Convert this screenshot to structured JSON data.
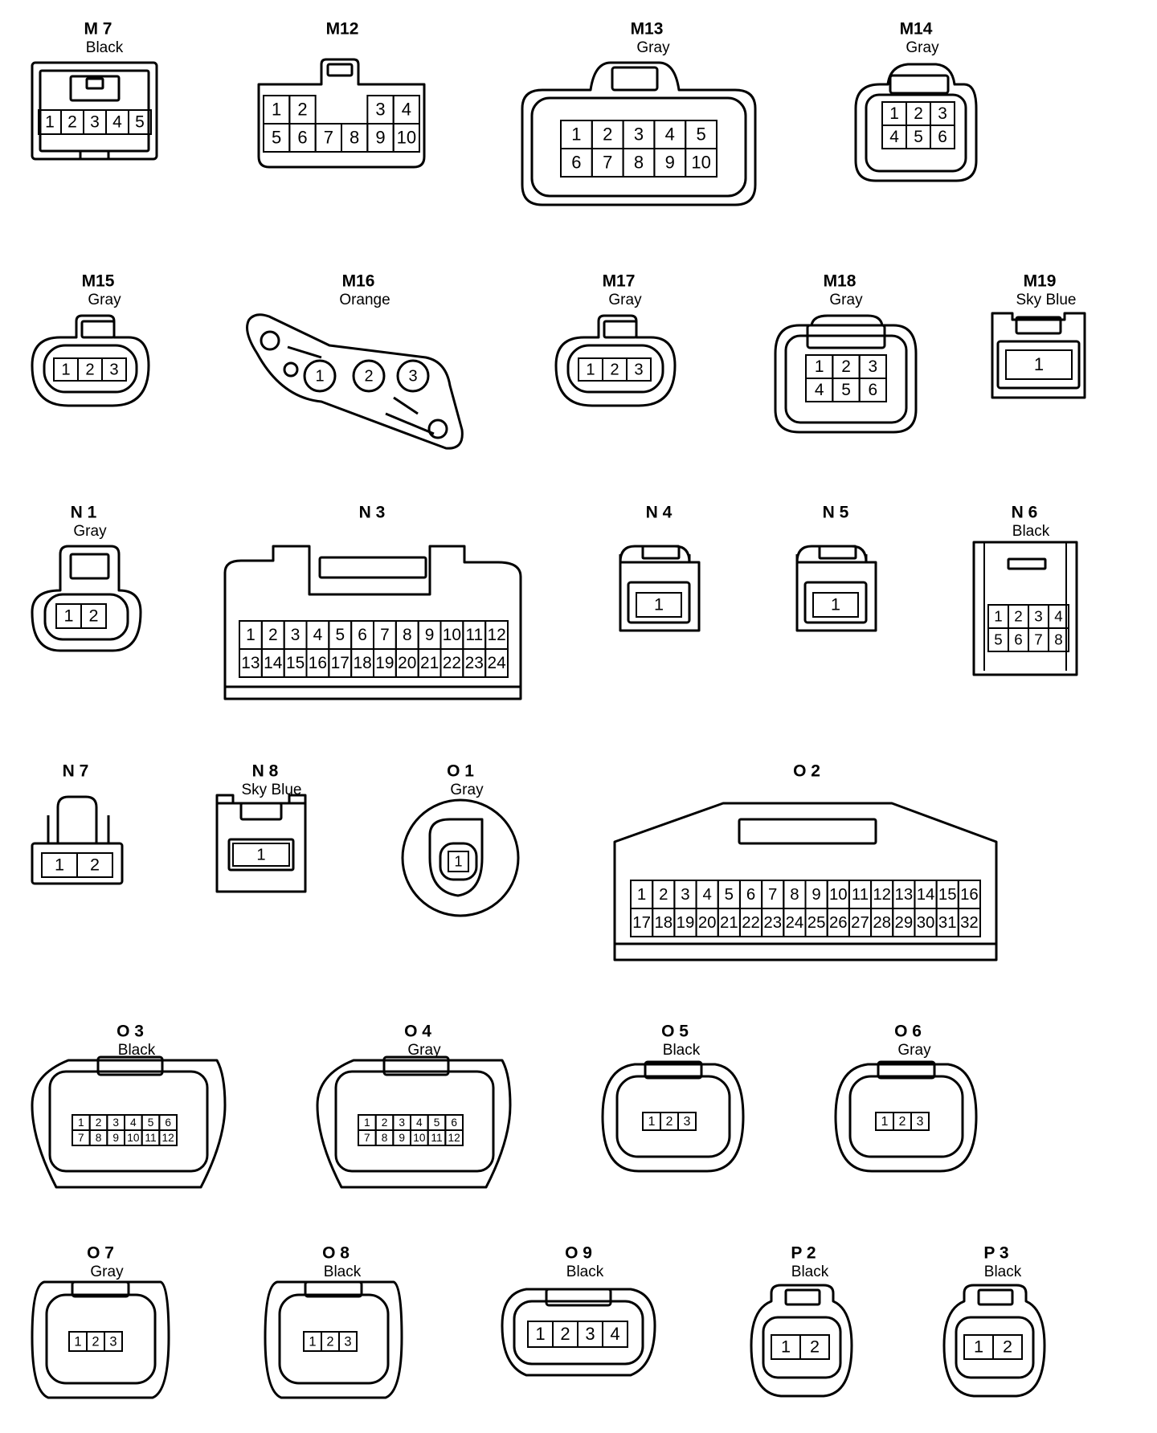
{
  "connectors": [
    {
      "id": "M 7",
      "color": "Black",
      "pin_rows": [
        [
          "1",
          "2",
          "3",
          "4",
          "5"
        ]
      ]
    },
    {
      "id": "M12",
      "color": "",
      "pin_rows": [
        [
          "1",
          "2",
          "",
          "",
          "3",
          "4"
        ],
        [
          "5",
          "6",
          "7",
          "8",
          "9",
          "10"
        ]
      ]
    },
    {
      "id": "M13",
      "color": "Gray",
      "pin_rows": [
        [
          "1",
          "2",
          "3",
          "4",
          "5"
        ],
        [
          "6",
          "7",
          "8",
          "9",
          "10"
        ]
      ]
    },
    {
      "id": "M14",
      "color": "Gray",
      "pin_rows": [
        [
          "1",
          "2",
          "3"
        ],
        [
          "4",
          "5",
          "6"
        ]
      ]
    },
    {
      "id": "M15",
      "color": "Gray",
      "pin_rows": [
        [
          "1",
          "2",
          "3"
        ]
      ]
    },
    {
      "id": "M16",
      "color": "Orange",
      "pin_rows": [
        [
          "1",
          "2",
          "3"
        ]
      ]
    },
    {
      "id": "M17",
      "color": "Gray",
      "pin_rows": [
        [
          "1",
          "2",
          "3"
        ]
      ]
    },
    {
      "id": "M18",
      "color": "Gray",
      "pin_rows": [
        [
          "1",
          "2",
          "3"
        ],
        [
          "4",
          "5",
          "6"
        ]
      ]
    },
    {
      "id": "M19",
      "color": "Sky Blue",
      "pin_rows": [
        [
          "1"
        ]
      ]
    },
    {
      "id": "N 1",
      "color": "Gray",
      "pin_rows": [
        [
          "1",
          "2"
        ]
      ]
    },
    {
      "id": "N 3",
      "color": "",
      "pin_rows": [
        [
          "1",
          "2",
          "3",
          "4",
          "5",
          "6",
          "7",
          "8",
          "9",
          "10",
          "11",
          "12"
        ],
        [
          "13",
          "14",
          "15",
          "16",
          "17",
          "18",
          "19",
          "20",
          "21",
          "22",
          "23",
          "24"
        ]
      ]
    },
    {
      "id": "N 4",
      "color": "",
      "pin_rows": [
        [
          "1"
        ]
      ]
    },
    {
      "id": "N 5",
      "color": "",
      "pin_rows": [
        [
          "1"
        ]
      ]
    },
    {
      "id": "N 6",
      "color": "Black",
      "pin_rows": [
        [
          "1",
          "2",
          "3",
          "4"
        ],
        [
          "5",
          "6",
          "7",
          "8"
        ]
      ]
    },
    {
      "id": "N 7",
      "color": "",
      "pin_rows": [
        [
          "1",
          "2"
        ]
      ]
    },
    {
      "id": "N 8",
      "color": "Sky Blue",
      "pin_rows": [
        [
          "1"
        ]
      ]
    },
    {
      "id": "O 1",
      "color": "Gray",
      "pin_rows": [
        [
          "1"
        ]
      ]
    },
    {
      "id": "O 2",
      "color": "",
      "pin_rows": [
        [
          "1",
          "2",
          "3",
          "4",
          "5",
          "6",
          "7",
          "8",
          "9",
          "10",
          "11",
          "12",
          "13",
          "14",
          "15",
          "16"
        ],
        [
          "17",
          "18",
          "19",
          "20",
          "21",
          "22",
          "23",
          "24",
          "25",
          "26",
          "27",
          "28",
          "29",
          "30",
          "31",
          "32"
        ]
      ]
    },
    {
      "id": "O 3",
      "color": "Black",
      "pin_rows": [
        [
          "1",
          "2",
          "3",
          "4",
          "5",
          "6"
        ],
        [
          "7",
          "8",
          "9",
          "10",
          "11",
          "12"
        ]
      ]
    },
    {
      "id": "O 4",
      "color": "Gray",
      "pin_rows": [
        [
          "1",
          "2",
          "3",
          "4",
          "5",
          "6"
        ],
        [
          "7",
          "8",
          "9",
          "10",
          "11",
          "12"
        ]
      ]
    },
    {
      "id": "O 5",
      "color": "Black",
      "pin_rows": [
        [
          "1",
          "2",
          "3"
        ]
      ]
    },
    {
      "id": "O 6",
      "color": "Gray",
      "pin_rows": [
        [
          "1",
          "2",
          "3"
        ]
      ]
    },
    {
      "id": "O 7",
      "color": "Gray",
      "pin_rows": [
        [
          "1",
          "2",
          "3"
        ]
      ]
    },
    {
      "id": "O 8",
      "color": "Black",
      "pin_rows": [
        [
          "1",
          "2",
          "3"
        ]
      ]
    },
    {
      "id": "O 9",
      "color": "Black",
      "pin_rows": [
        [
          "1",
          "2",
          "3",
          "4"
        ]
      ]
    },
    {
      "id": "P 2",
      "color": "Black",
      "pin_rows": [
        [
          "1",
          "2"
        ]
      ]
    },
    {
      "id": "P 3",
      "color": "Black",
      "pin_rows": [
        [
          "1",
          "2"
        ]
      ]
    }
  ]
}
